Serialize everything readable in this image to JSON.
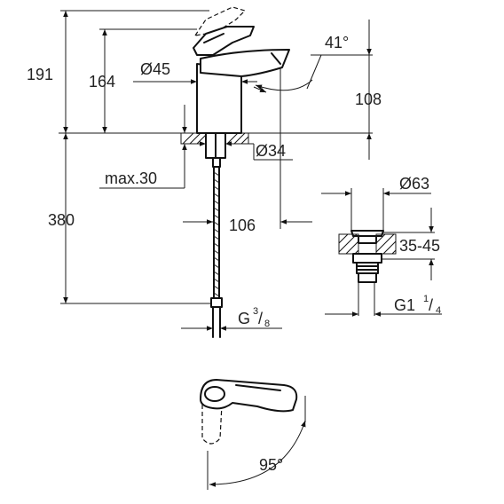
{
  "dimensions": {
    "height_total": "191",
    "height_spout": "164",
    "diam_body": "Ø45",
    "angle_lever": "41°",
    "projection": "108",
    "diam_hole": "Ø34",
    "max_thickness": "max.30",
    "hose_length": "380",
    "reach": "106",
    "thread_hose_main": "G",
    "thread_hose_sup": "3",
    "thread_hose_sub": "8",
    "diam_waste": "Ø63",
    "waste_range": "35-45",
    "thread_waste_main": "G1",
    "thread_waste_sup": "1",
    "thread_waste_sub": "4",
    "rotation": "95°"
  }
}
